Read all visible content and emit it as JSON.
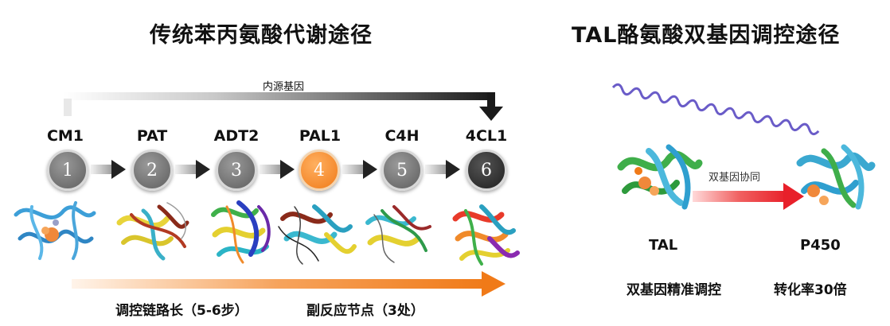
{
  "left": {
    "title": "传统苯丙氨酸代谢途径",
    "endogenous_label": "内源基因",
    "steps": [
      {
        "gene": "CM1",
        "number": "1",
        "style": "grey"
      },
      {
        "gene": "PAT",
        "number": "2",
        "style": "grey"
      },
      {
        "gene": "ADT2",
        "number": "3",
        "style": "grey"
      },
      {
        "gene": "PAL1",
        "number": "4",
        "style": "orange"
      },
      {
        "gene": "C4H",
        "number": "5",
        "style": "grey"
      },
      {
        "gene": "4CL1",
        "number": "6",
        "style": "dark"
      }
    ],
    "caption_long": "调控链路长（5-6步）",
    "caption_side": "副反应节点（3处）"
  },
  "right": {
    "title": "TAL酪氨酸双基因调控途径",
    "arrow_label": "双基因协同",
    "protein_a": "TAL",
    "protein_b": "P450",
    "caption_left": "双基因精准调控",
    "caption_right": "转化率30倍"
  },
  "colors": {
    "accent_orange": "#f07a18",
    "arrow_red": "#e8202a",
    "grey_node": "#6e6e6e",
    "dark_node": "#222222"
  }
}
